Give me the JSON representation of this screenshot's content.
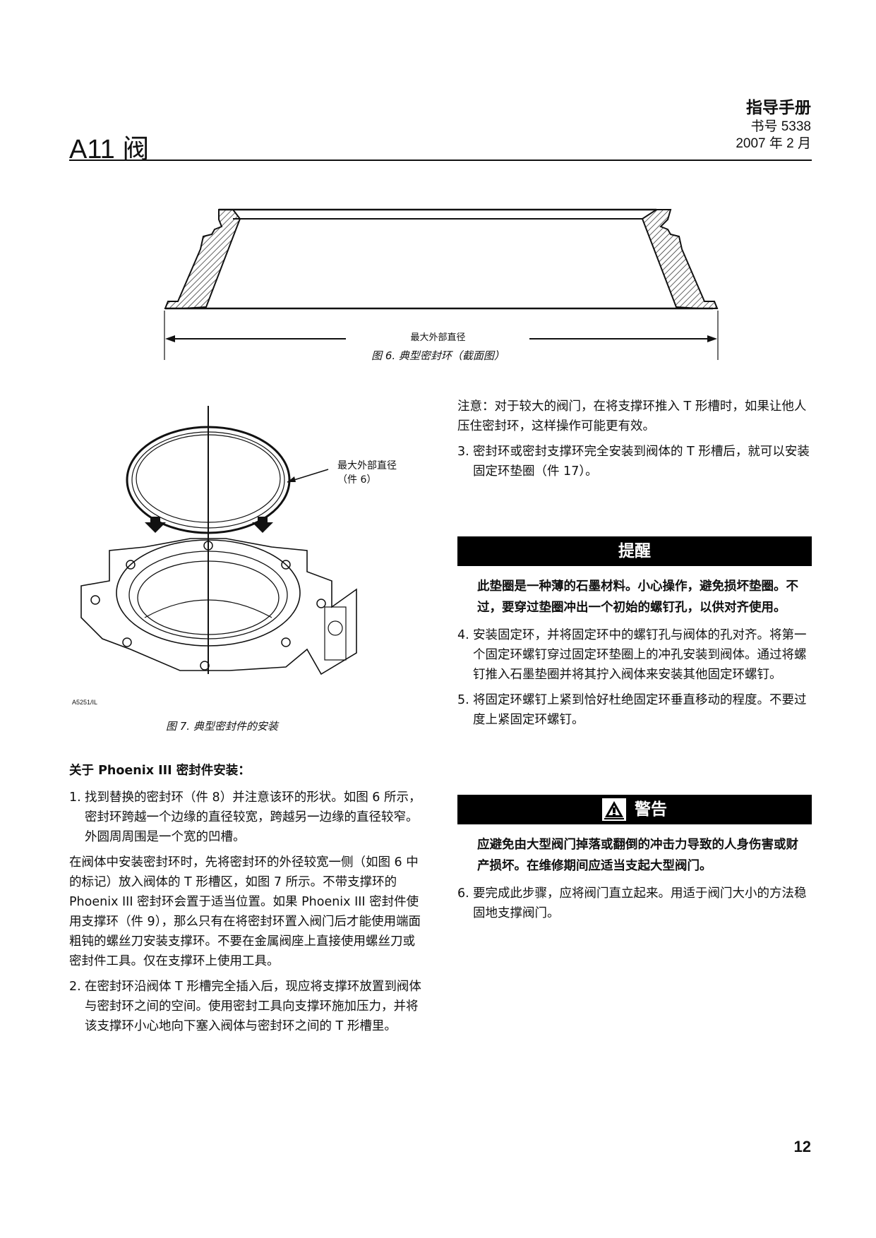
{
  "header": {
    "title": "A11 阀",
    "manual_label": "指导手册",
    "doc_number": "书号 5338",
    "date": "2007 年 2 月"
  },
  "figure6": {
    "dimension_label": "最大外部直径",
    "caption": "图 6. 典型密封环（截面图）"
  },
  "figure7": {
    "callout_line1": "最大外部直径",
    "callout_line2": "（件 6）",
    "drawing_code": "A5251/IL",
    "caption": "图 7. 典型密封件的安装"
  },
  "left_column": {
    "subheading": "关于 Phoenix III 密封件安装：",
    "step1_num": "1.",
    "step1_text": "找到替换的密封环（件 8）并注意该环的形状。如图 6 所示，密封环跨越一个边缘的直径较宽，跨越另一边缘的直径较窄。外圆周周围是一个宽的凹槽。",
    "paragraph": "在阀体中安装密封环时，先将密封环的外径较宽一侧（如图 6 中的标记）放入阀体的 T 形槽区，如图 7 所示。不带支撑环的 Phoenix III 密封环会置于适当位置。如果 Phoenix III 密封件使用支撑环（件 9），那么只有在将密封环置入阀门后才能使用端面粗钝的螺丝刀安装支撑环。不要在金属阀座上直接使用螺丝刀或密封件工具。仅在支撑环上使用工具。",
    "step2_num": "2.",
    "step2_text": "在密封环沿阀体 T 形槽完全插入后，现应将支撑环放置到阀体与密封环之间的空间。使用密封工具向支撑环施加压力，并将该支撑环小心地向下塞入阀体与密封环之间的 T 形槽里。"
  },
  "right_column": {
    "note": "注意：对于较大的阀门，在将支撑环推入 T 形槽时，如果让他人压住密封环，这样操作可能更有效。",
    "step3_num": "3.",
    "step3_text": "密封环或密封支撑环完全安装到阀体的 T 形槽后，就可以安装固定环垫圈（件 17）。",
    "caution_banner": "提醒",
    "caution_text": "此垫圈是一种薄的石墨材料。小心操作，避免损坏垫圈。不过，要穿过垫圈冲出一个初始的螺钉孔，以供对齐使用。",
    "step4_num": "4.",
    "step4_text": "安装固定环，并将固定环中的螺钉孔与阀体的孔对齐。将第一个固定环螺钉穿过固定环垫圈上的冲孔安装到阀体。通过将螺钉推入石墨垫圈并将其拧入阀体来安装其他固定环螺钉。",
    "step5_num": "5.",
    "step5_text": "将固定环螺钉上紧到恰好杜绝固定环垂直移动的程度。不要过度上紧固定环螺钉。",
    "warning_banner": "警告",
    "warning_icon": "warning-triangle-icon",
    "warning_text": "应避免由大型阀门掉落或翻倒的冲击力导致的人身伤害或财产损坏。在维修期间应适当支起大型阀门。",
    "step6_num": "6.",
    "step6_text": "要完成此步骤，应将阀门直立起来。用适于阀门大小的方法稳固地支撑阀门。"
  },
  "footer": {
    "page_number": "12"
  }
}
